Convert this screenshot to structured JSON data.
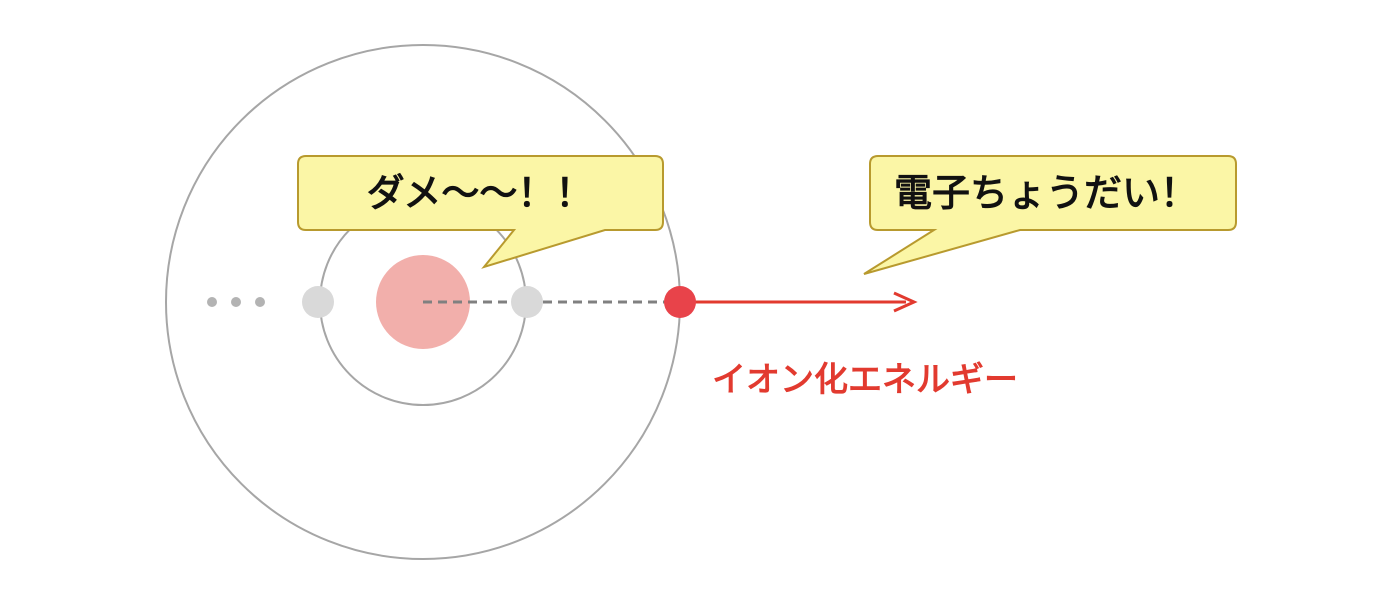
{
  "speech": {
    "nucleus": "ダメ〜〜！！",
    "outside": "電子ちょうだい！"
  },
  "label": {
    "energy": "イオン化エネルギー"
  },
  "colors": {
    "nucleus": "#f2afab",
    "electron_inner": "#d9d9d9",
    "electron_outer": "#e8434a",
    "arrow": "#e23a2f",
    "label": "#e23a2f",
    "orbit": "#a6a6a6",
    "dashed": "#808080",
    "dots": "#b3b3b3",
    "bubble_fill": "#fbf6a6",
    "bubble_stroke": "#b89a2e"
  }
}
